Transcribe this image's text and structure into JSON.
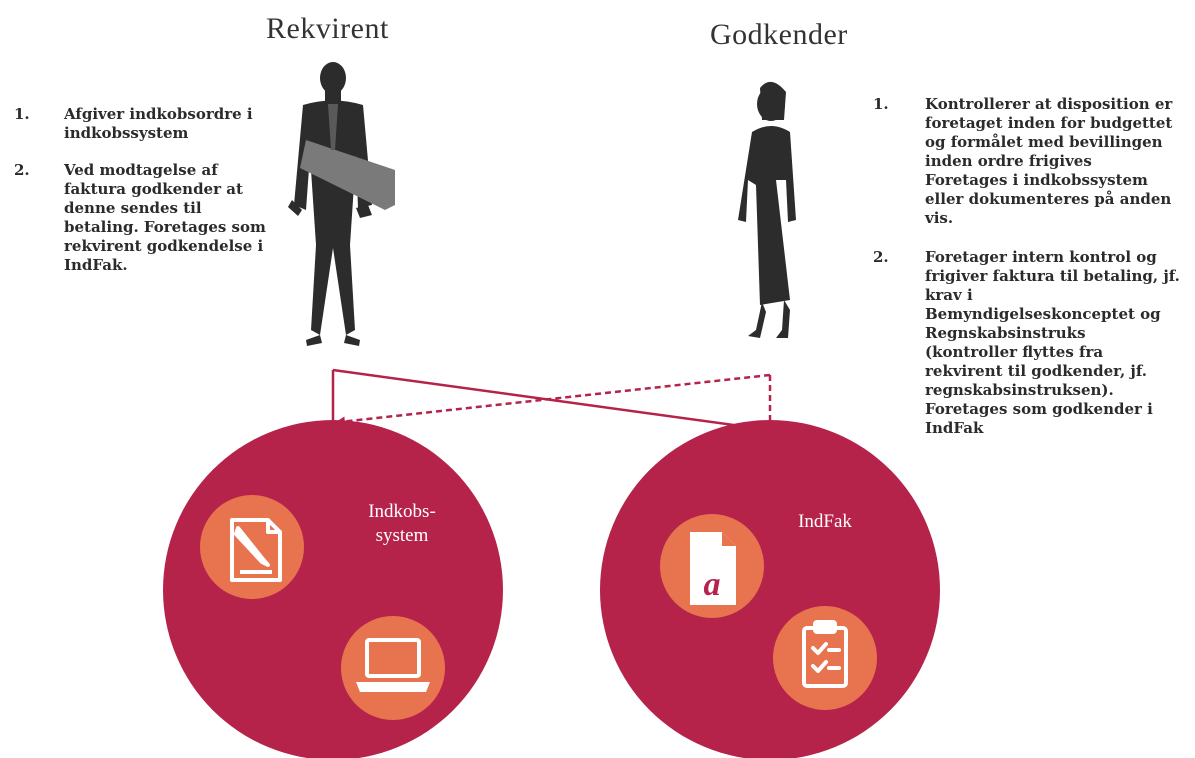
{
  "roles": {
    "left": {
      "title": "Rekvirent",
      "steps": [
        {
          "num": "1.",
          "text": "Afgiver indkobsordre i\nindkobssystem"
        },
        {
          "num": "2.",
          "text": "Ved modtagelse af\nfaktura godkender at\ndenne sendes til\nbetaling. Foretages som\nrekvirent godkendelse i\nIndFak."
        }
      ]
    },
    "right": {
      "title": "Godkender",
      "steps": [
        {
          "num": "1.",
          "text": "Kontrollerer at disposition er\nforetaget inden for budgettet\nog formålet med bevillingen\ninden ordre frigives\nForetages i indkobssystem\neller dokumenteres på anden\nvis."
        },
        {
          "num": "2.",
          "text": "Foretager intern kontrol og\nfrigiver faktura til betaling, jf.\nkrav i\nBemyndigelseskonceptet og\nRegnskabsinstruks\n(kontroller flyttes fra\nrekvirent til godkender, jf.\nregnskabsinstruksen).\nForetages som godkender i\nIndFak"
        }
      ]
    }
  },
  "systems": {
    "left": {
      "label": "Indkobs-\nsystem",
      "icons": [
        "document-pen-icon",
        "laptop-icon"
      ]
    },
    "right": {
      "label": "IndFak",
      "icons": [
        "invoice-document-icon",
        "clipboard-checklist-icon"
      ]
    }
  },
  "icon_glyphs": {
    "invoice_letter": "a"
  },
  "colors": {
    "circle": "#b5234a",
    "icon_disc": "#e8744f",
    "arrow": "#b5234a",
    "silhouette": "#2c2c2c"
  }
}
